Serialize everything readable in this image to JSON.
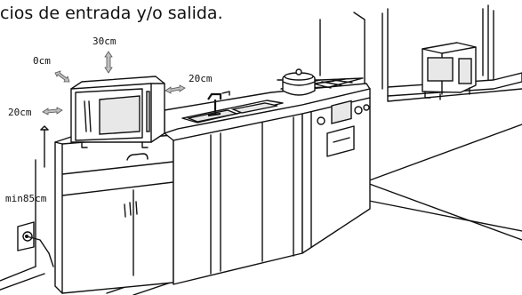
{
  "caption": "cios de entrada y/o salida.",
  "clearances": {
    "left_top": "0cm",
    "top": "30cm",
    "right": "20cm",
    "left": "20cm",
    "floor_height": "min85cm"
  }
}
